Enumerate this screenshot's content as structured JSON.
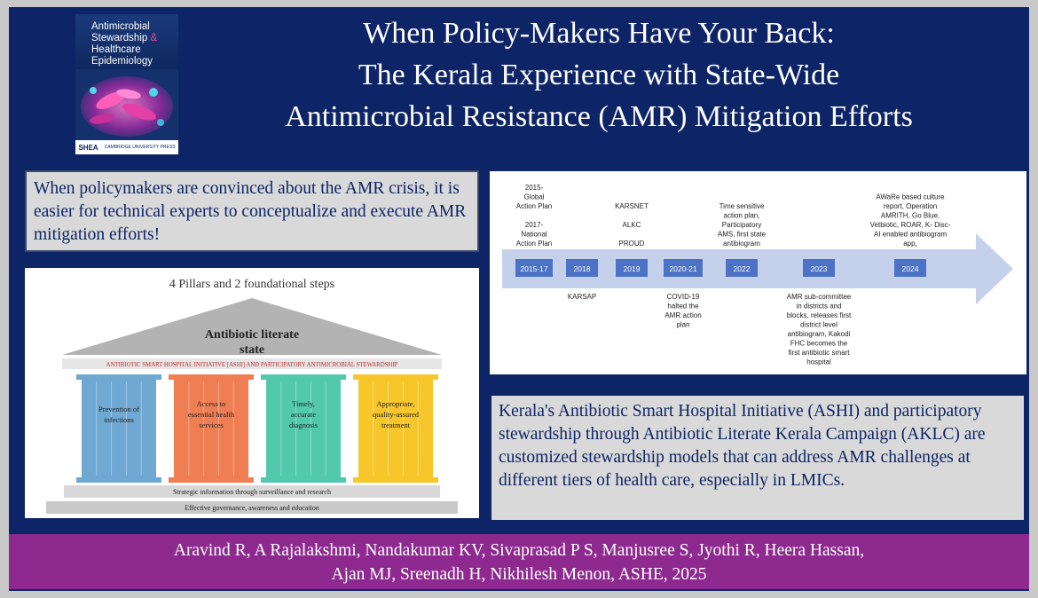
{
  "title": {
    "line1": "When Policy-Makers Have Your Back:",
    "line2": "The Kerala Experience with State-Wide",
    "line3": "Antimicrobial Resistance (AMR) Mitigation Efforts"
  },
  "journal_cover": {
    "line1": "Antimicrobial",
    "line2_a": "Stewardship",
    "line2_b": "&",
    "line3": "Healthcare",
    "line4": "Epidemiology",
    "publisher1": "SHEA",
    "publisher2": "CAMBRIDGE UNIVERSITY PRESS"
  },
  "key_message_left": "When policymakers are convinced about the AMR crisis, it is easier for technical experts to conceptualize and execute AMR mitigation efforts!",
  "pillars_figure": {
    "heading": "4 Pillars and 2 foundational steps",
    "roof_line1": "Antibiotic literate",
    "roof_line2": "state",
    "banner": "ANTIBIOTIC SMART HOSPITAL INITIATIVE [ASHI] AND PARTICIPATORY ANTIMICROBIAL STEWARDSHIP",
    "pillars": [
      {
        "lines": [
          "Prevention of",
          "infections"
        ],
        "color": "#6fa8d2"
      },
      {
        "lines": [
          "Access to",
          "essential health",
          "services"
        ],
        "color": "#ef7e52"
      },
      {
        "lines": [
          "Timely,",
          "accurate",
          "diagnosis"
        ],
        "color": "#52c9ad"
      },
      {
        "lines": [
          "Appropriate,",
          "quality-assured",
          "treatment"
        ],
        "color": "#f7c62b"
      }
    ],
    "step1": "Strategic information through surveillance and research",
    "step2": "Effective governance, awareness and education"
  },
  "timeline": {
    "years": [
      "2015-17",
      "2018",
      "2019",
      "2020-21",
      "2022",
      "2023",
      "2024"
    ],
    "above": [
      [
        "2015-",
        "Global",
        "Action Plan",
        "",
        "2017-",
        "National",
        "Action Plan"
      ],
      [],
      [
        "KARSNET",
        "",
        "ALKC",
        "",
        "PROUD"
      ],
      [],
      [
        "Time sensitive",
        "action plan,",
        "Participatory",
        "AMS, first state",
        "antibiogram"
      ],
      [],
      [
        "AWaRe based culture",
        "report, Operation",
        "AMRITH, Go Blue,",
        "Vetbiotic, ROAR, K- Disc-",
        "AI enabled antibiogram",
        "app,"
      ]
    ],
    "below": [
      [],
      [
        "KARSAP"
      ],
      [],
      [
        "COVID-19",
        "halted the",
        "AMR action",
        "plan"
      ],
      [],
      [
        "AMR sub-committee",
        "in districts and",
        "blocks, releases first",
        "district level",
        "antibiogram, Kakodi",
        "FHC becomes the",
        "first antibiotic smart",
        "hospital"
      ],
      []
    ],
    "arrow_color": "#c5d1ea",
    "box_color": "#4b72c4"
  },
  "key_message_right": "Kerala's Antibiotic Smart Hospital Initiative (ASHI) and participatory stewardship through Antibiotic Literate Kerala Campaign (AKLC) are customized stewardship models that can address AMR challenges at different tiers of health care, especially in LMICs.",
  "authors": {
    "line1": "Aravind R, A Rajalakshmi, Nandakumar KV, Sivaprasad P S, Manjusree S, Jyothi R, Heera Hassan,",
    "line2": "Ajan MJ, Sreenadh H, Nikhilesh Menon, ASHE, 2025"
  }
}
